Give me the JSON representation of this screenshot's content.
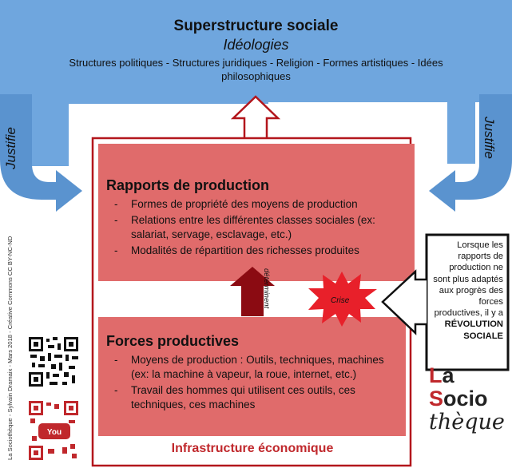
{
  "superstructure": {
    "title": "Superstructure sociale",
    "subtitle": "Idéologies",
    "description": "Structures politiques - Structures juridiques - Religion - Formes artistiques - Idées philosophiques"
  },
  "side_labels": {
    "left": "Justifie",
    "right": "Justifie"
  },
  "rapports": {
    "title": "Rapports de production",
    "items": [
      "Formes de propriété des moyens de production",
      "Relations entre les différentes classes sociales (ex: salariat, servage, esclavage, etc.)",
      "Modalités de répartition des richesses produites"
    ]
  },
  "forces": {
    "title": "Forces productives",
    "items": [
      "Moyens de production : Outils, techniques, machines (ex: la machine à vapeur, la roue, internet, etc.)",
      "Travail des hommes qui utilisent ces outils, ces techniques, ces machines"
    ]
  },
  "infrastructure": {
    "label": "Infrastructure économique"
  },
  "arrow_label": "déterminent",
  "crise_label": "Crise",
  "callout": {
    "text": "Lorsque les rapports de production ne sont plus adaptés aux progrès des forces productives, il y a",
    "emphasis": "RÉVOLUTION SOCIALE"
  },
  "credit": "La Sociothèque - Sylvain Dramaix - Mars 2018 - Créative Commons CC BY-NC-ND",
  "logo": {
    "line1_first": "L",
    "line1_rest": "a",
    "line2_first": "S",
    "line2_rest": "ocio",
    "line3": "thèque"
  },
  "colors": {
    "superstructure": "#6fa6de",
    "infrastructure_box": "#e06b6b",
    "border_red": "#b3161c",
    "arrow_dark_red": "#8b0b12",
    "crise_burst": "#e8202a",
    "accent_red": "#c0282c"
  },
  "icons": [
    "qr-code-icon",
    "youtube-qr-icon"
  ]
}
